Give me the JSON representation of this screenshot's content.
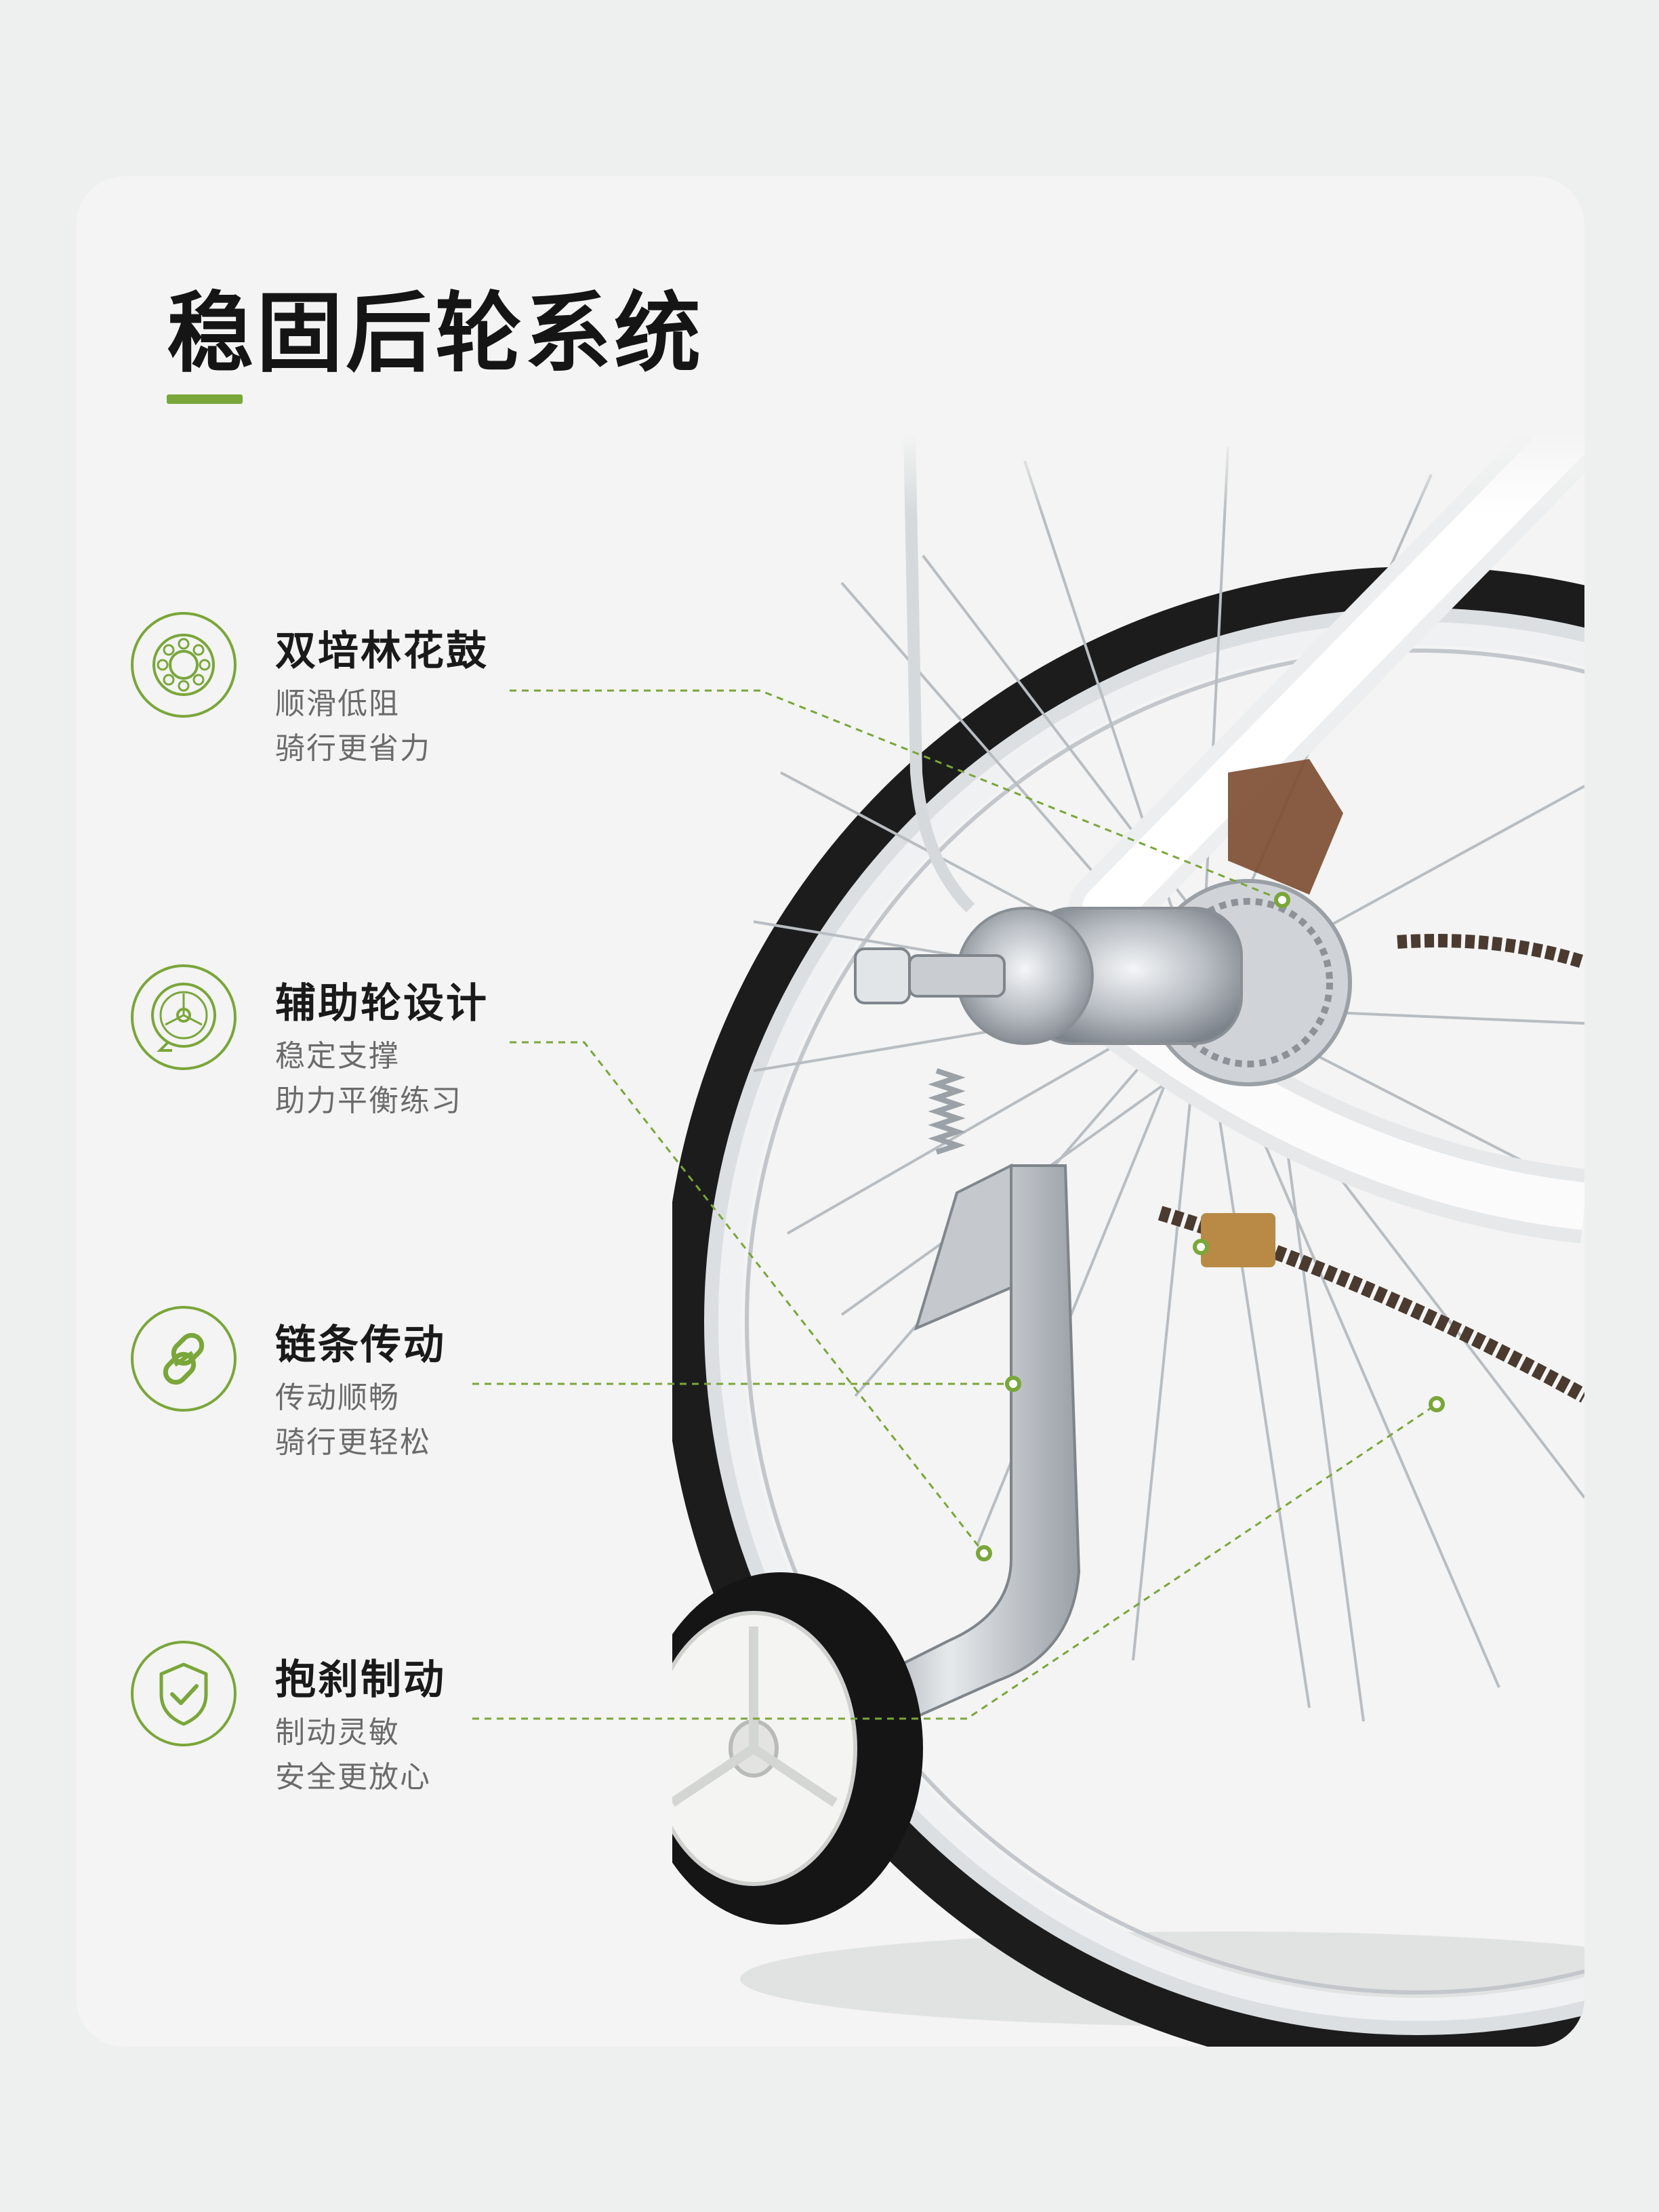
{
  "page": {
    "title": "稳固后轮系统",
    "accent_color": "#7aa63a"
  },
  "features": [
    {
      "name": "双培林花鼓",
      "desc_lines": [
        "顺滑低阻",
        "骑行更省力"
      ],
      "icon": "bearing-hub-icon"
    },
    {
      "name": "辅助轮设计",
      "desc_lines": [
        "稳定支撑",
        "助力平衡练习"
      ],
      "icon": "training-wheel-icon"
    },
    {
      "name": "链条传动",
      "desc_lines": [
        "传动顺畅",
        "骑行更轻松"
      ],
      "icon": "chain-link-icon"
    },
    {
      "name": "抱刹制动",
      "desc_lines": [
        "制动灵敏",
        "安全更放心"
      ],
      "icon": "shield-check-icon"
    }
  ]
}
